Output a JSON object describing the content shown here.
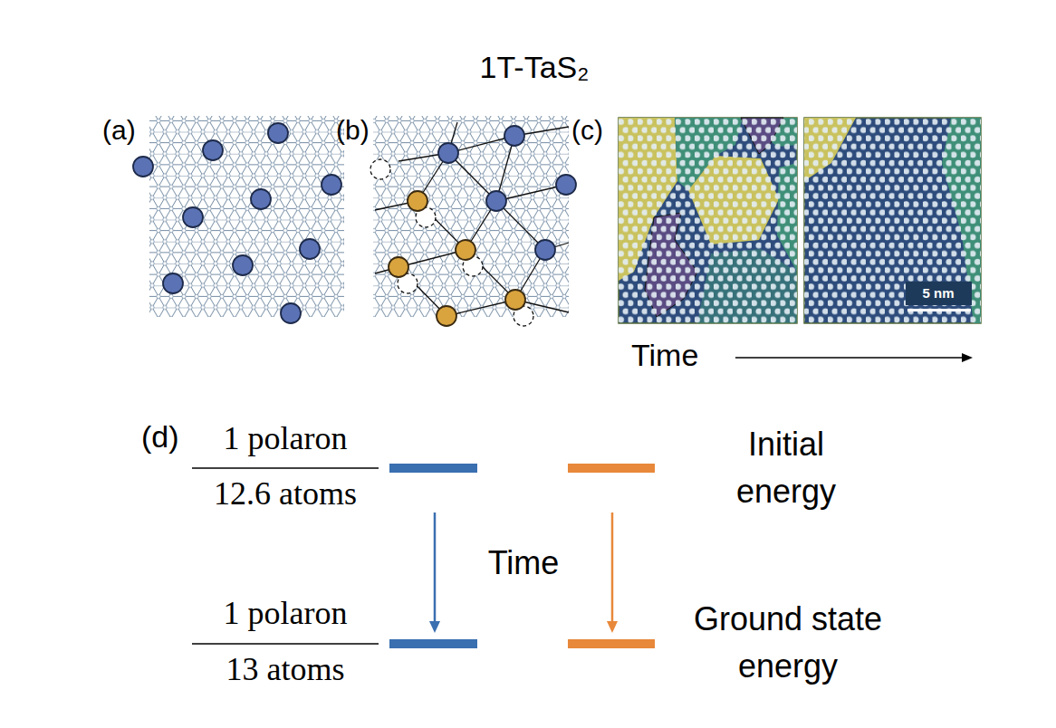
{
  "diagram": {
    "title": "1T-TaS₂",
    "labels": [
      "(a)",
      "(b)",
      "(c)",
      "5 nm",
      "Time",
      "(d)",
      "1 polaron",
      "12.6 atoms",
      "Initial energy",
      "Time",
      "1 polaron",
      "13 atoms",
      "Ground state energy"
    ]
  }
}
